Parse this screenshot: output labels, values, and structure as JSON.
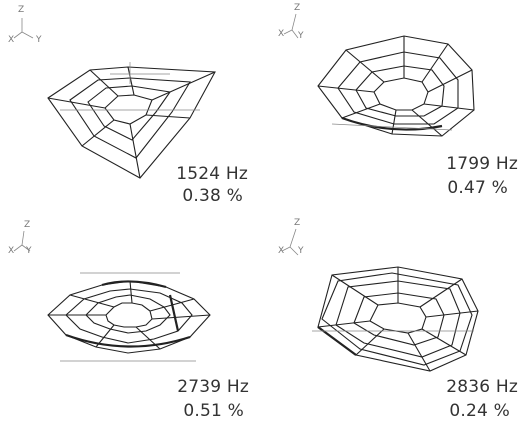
{
  "modes": [
    {
      "frequency": "1524 Hz",
      "percent": "0.38 %",
      "axes": {
        "top": "Z",
        "left": "X",
        "right": "Y"
      }
    },
    {
      "frequency": "1799 Hz",
      "percent": "0.47 %",
      "axes": {
        "top": "Z",
        "left": "X",
        "right": "Y"
      }
    },
    {
      "frequency": "2739 Hz",
      "percent": "0.51 %",
      "axes": {
        "top": "Z",
        "left": "X",
        "right": "Y"
      }
    },
    {
      "frequency": "2836 Hz",
      "percent": "0.24 %",
      "axes": {
        "top": "Z",
        "left": "X",
        "right": "Y"
      }
    }
  ]
}
